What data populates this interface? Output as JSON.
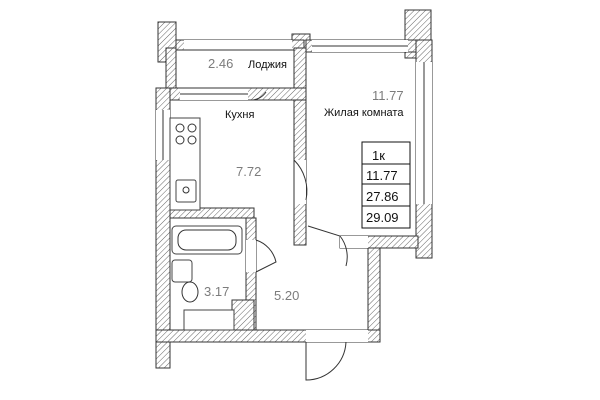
{
  "rooms": {
    "loggia": {
      "name": "Лоджия",
      "area": "2.46"
    },
    "kitchen": {
      "name": "Кухня",
      "area": "7.72"
    },
    "living": {
      "name": "Жилая комната",
      "area": "11.77"
    },
    "bathroom": {
      "area": "3.17"
    },
    "hall": {
      "area": "5.20"
    }
  },
  "summary": {
    "rooms_count": "1к",
    "living_area": "11.77",
    "total_area": "27.86",
    "total_with_loggia": "29.09"
  }
}
